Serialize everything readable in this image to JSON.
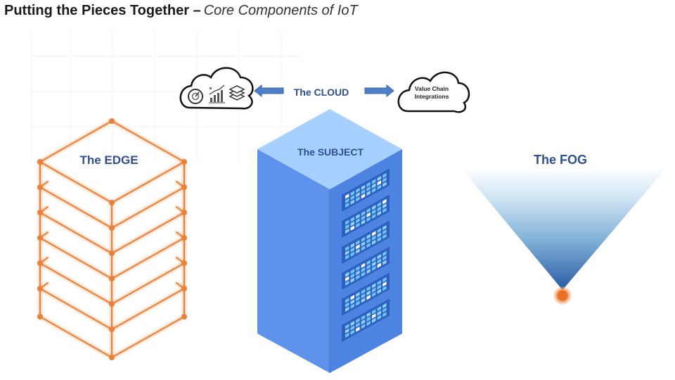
{
  "slide": {
    "title_bold": "Putting the Pieces Together –",
    "title_italic": "Core Components of IoT"
  },
  "labels": {
    "cloud": "The CLOUD",
    "edge": "The EDGE",
    "subject": "The SUBJECT",
    "fog": "The FOG",
    "value_chain_line1": "Value Chain",
    "value_chain_line2": "Integrations"
  },
  "colors": {
    "edge_orange": "#e8823a",
    "label_blue": "#2f4f8f",
    "server_front": "#5b8fe8",
    "server_side": "#4a7fdd",
    "server_top": "#a9d2ff",
    "fog_top": "#d6e9f8",
    "fog_bottom": "#2b5aa3",
    "arrow_blue": "#4f7fc9"
  },
  "icons": [
    "cloud-icon",
    "gauge-icon",
    "chart-icon",
    "layers-icon",
    "arrow-left-icon",
    "arrow-right-icon"
  ]
}
